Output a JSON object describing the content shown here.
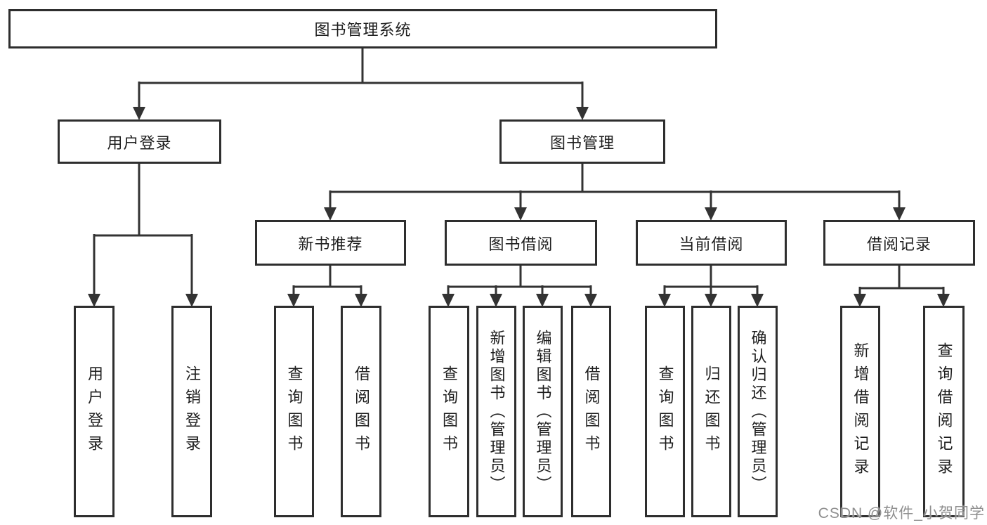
{
  "diagram_title": "图书管理系统",
  "tree": {
    "root": {
      "label": "图书管理系统"
    },
    "branches": [
      {
        "label": "用户登录",
        "leaves": [
          "用户登录",
          "注销登录"
        ]
      },
      {
        "label": "图书管理",
        "sections": [
          {
            "label": "新书推荐",
            "leaves": [
              "查询图书",
              "借阅图书"
            ]
          },
          {
            "label": "图书借阅",
            "leaves": [
              "查询图书",
              "新增图书（管理员）",
              "编辑图书（管理员）",
              "借阅图书"
            ]
          },
          {
            "label": "当前借阅",
            "leaves": [
              "查询图书",
              "归还图书",
              "确认归还（管理员）"
            ]
          },
          {
            "label": "借阅记录",
            "leaves": [
              "新增借阅记录",
              "查询借阅记录"
            ]
          }
        ]
      }
    ]
  },
  "watermark": {
    "text": "CSDN @软件_小贺同学"
  },
  "colors": {
    "background": "#ffffff",
    "line": "#333333",
    "box_border": "#2e2e2e",
    "text": "#1e1e1e",
    "watermark": "#8f8f8f"
  }
}
